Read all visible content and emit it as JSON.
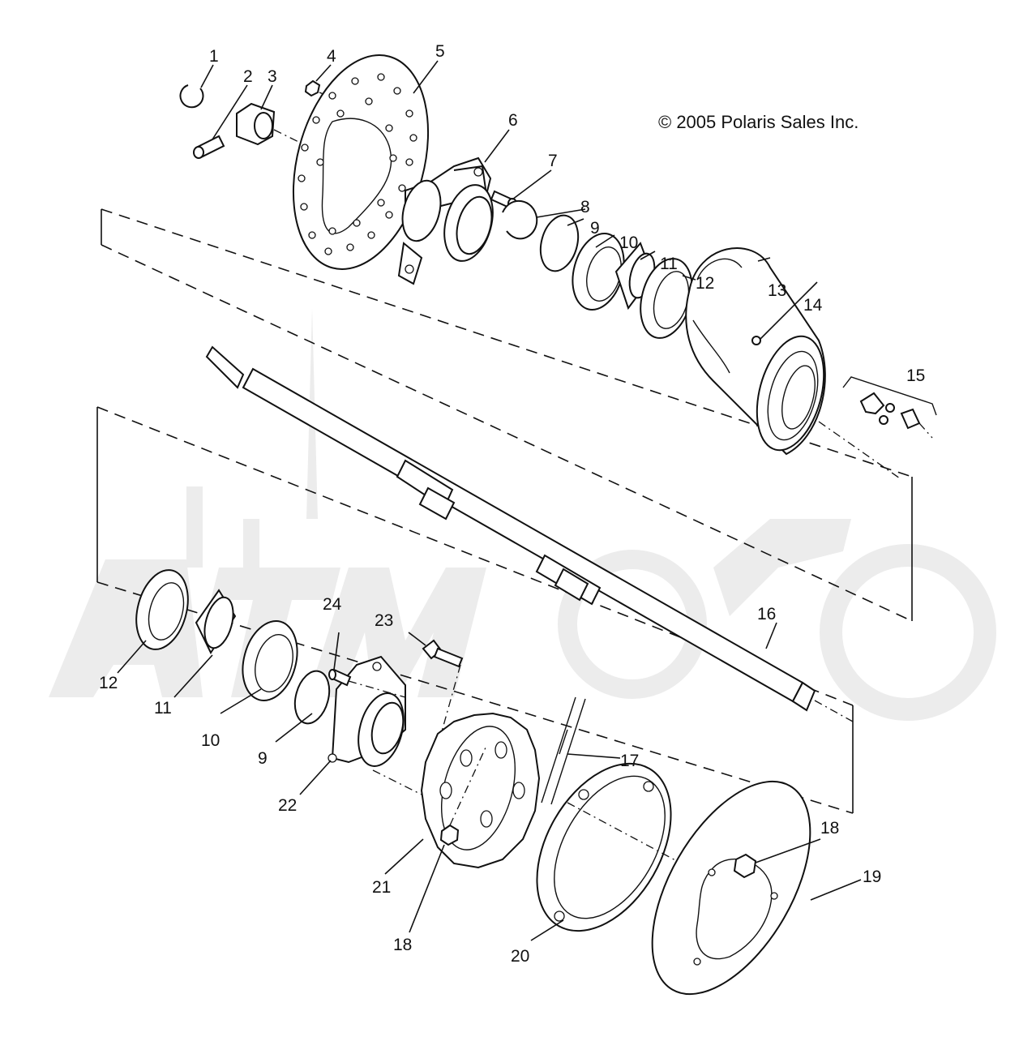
{
  "copyright": "© 2005 Polaris Sales Inc.",
  "callouts": [
    "1",
    "2",
    "3",
    "4",
    "5",
    "6",
    "7",
    "8",
    "9",
    "10",
    "11",
    "12",
    "13",
    "14",
    "15",
    "16",
    "17",
    "18",
    "19",
    "20",
    "21",
    "22",
    "23",
    "24"
  ],
  "lower_callouts": {
    "c12b": "12",
    "c11b": "11",
    "c10b": "10",
    "c9b": "9",
    "c18b": "18"
  },
  "watermark": "ArtMoto",
  "colors": {
    "line": "#111111",
    "watermark": "#e6e6e6"
  }
}
